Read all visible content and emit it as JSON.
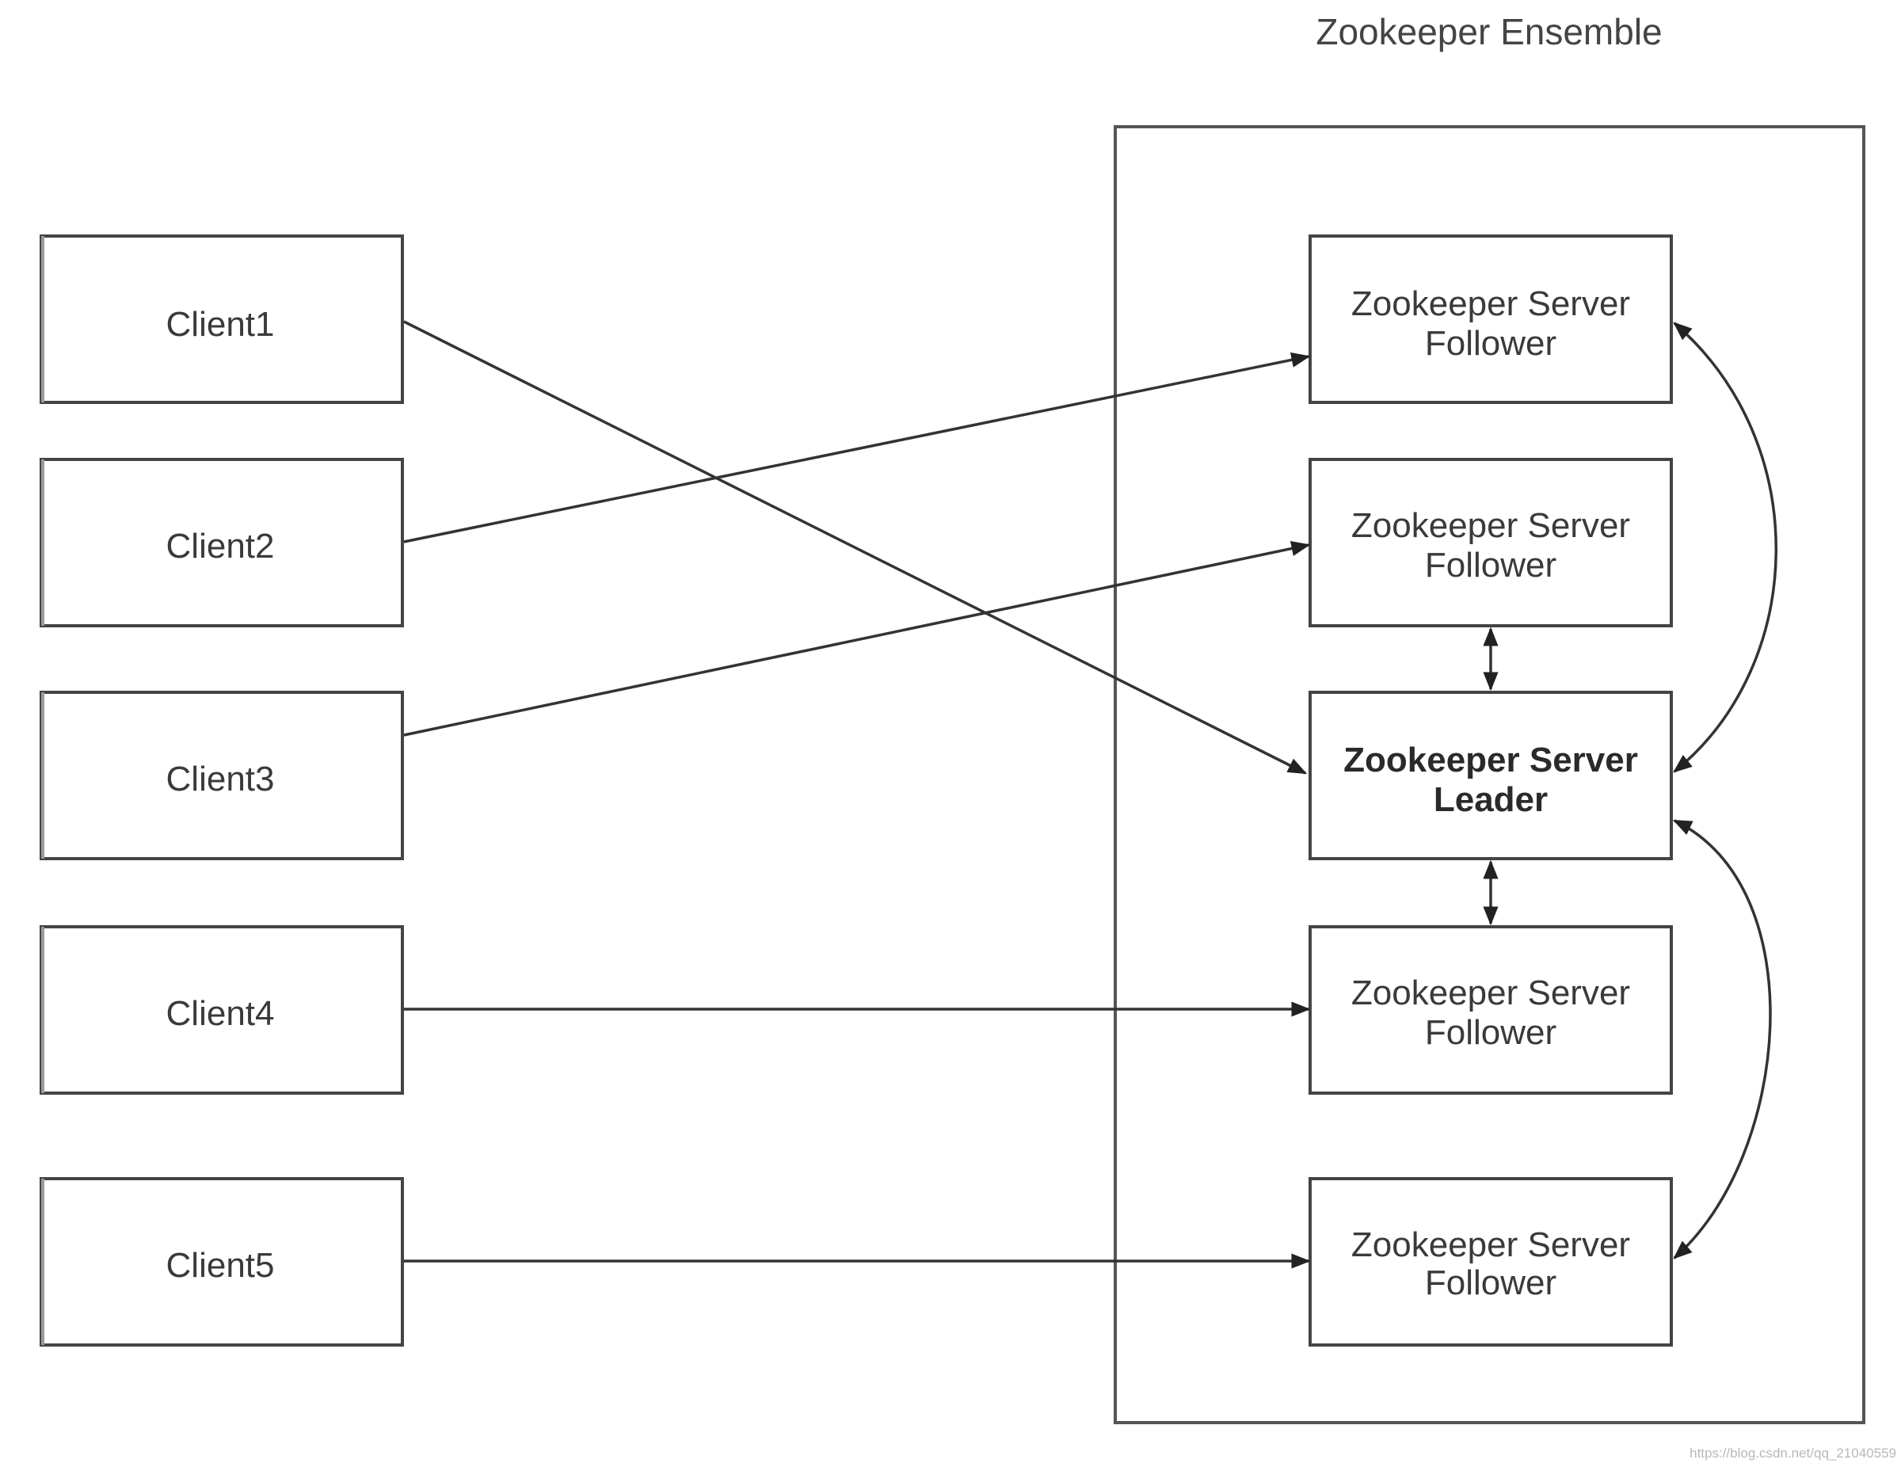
{
  "ensemble": {
    "title": "Zookeeper Ensemble"
  },
  "clients": [
    {
      "label": "Client1"
    },
    {
      "label": "Client2"
    },
    {
      "label": "Client3"
    },
    {
      "label": "Client4"
    },
    {
      "label": "Client5"
    }
  ],
  "servers": [
    {
      "line1": "Zookeeper Server",
      "line2": "Follower",
      "role": "follower"
    },
    {
      "line1": "Zookeeper Server",
      "line2": "Follower",
      "role": "follower"
    },
    {
      "line1": "Zookeeper Server",
      "line2": "Leader",
      "role": "leader"
    },
    {
      "line1": "Zookeeper Server",
      "line2": "Follower",
      "role": "follower"
    },
    {
      "line1": "Zookeeper Server",
      "line2": "Follower",
      "role": "follower"
    }
  ],
  "client_connections": [
    {
      "from": "Client1",
      "to_server": 2
    },
    {
      "from": "Client2",
      "to_server": 0
    },
    {
      "from": "Client3",
      "to_server": 1
    },
    {
      "from": "Client4",
      "to_server": 3
    },
    {
      "from": "Client5",
      "to_server": 4
    }
  ],
  "server_links": [
    {
      "between": [
        1,
        2
      ],
      "style": "straight",
      "bidirectional": true
    },
    {
      "between": [
        2,
        3
      ],
      "style": "straight",
      "bidirectional": true
    },
    {
      "between": [
        0,
        2
      ],
      "style": "curved",
      "bidirectional": true
    },
    {
      "between": [
        2,
        4
      ],
      "style": "curved",
      "bidirectional": true
    }
  ],
  "watermark": "https://blog.csdn.net/qq_21040559"
}
